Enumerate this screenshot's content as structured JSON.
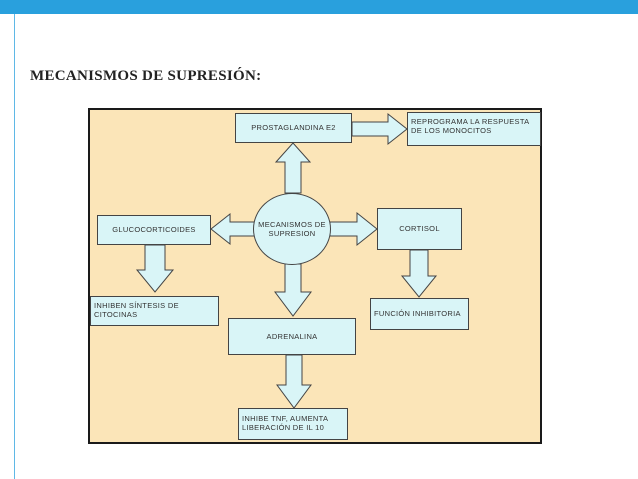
{
  "slide": {
    "title": "MECANISMOS DE SUPRESIÓN:"
  },
  "diagram": {
    "center": "MECANISMOS DE SUPRESION",
    "nodes": {
      "prostaglandina": "PROSTAGLANDINA E2",
      "reprograma": "REPROGRAMA LA RESPUESTA DE LOS MONOCITOS",
      "glucocorticoides": "GLUCOCORTICOIDES",
      "cortisol": "CORTISOL",
      "inhiben_sintesis": "INHIBEN SÍNTESIS DE CITOCINAS",
      "funcion_inhibitoria": "FUNCIÓN INHIBITORIA",
      "adrenalina": "ADRENALINA",
      "inhibe_tnf": "INHIBE TNF, AUMENTA LIBERACIÓN DE IL 10"
    }
  },
  "colors": {
    "accent_bar": "#29a0dd",
    "frame_background": "#fbe5b8",
    "box_fill": "#d9f5f7"
  }
}
